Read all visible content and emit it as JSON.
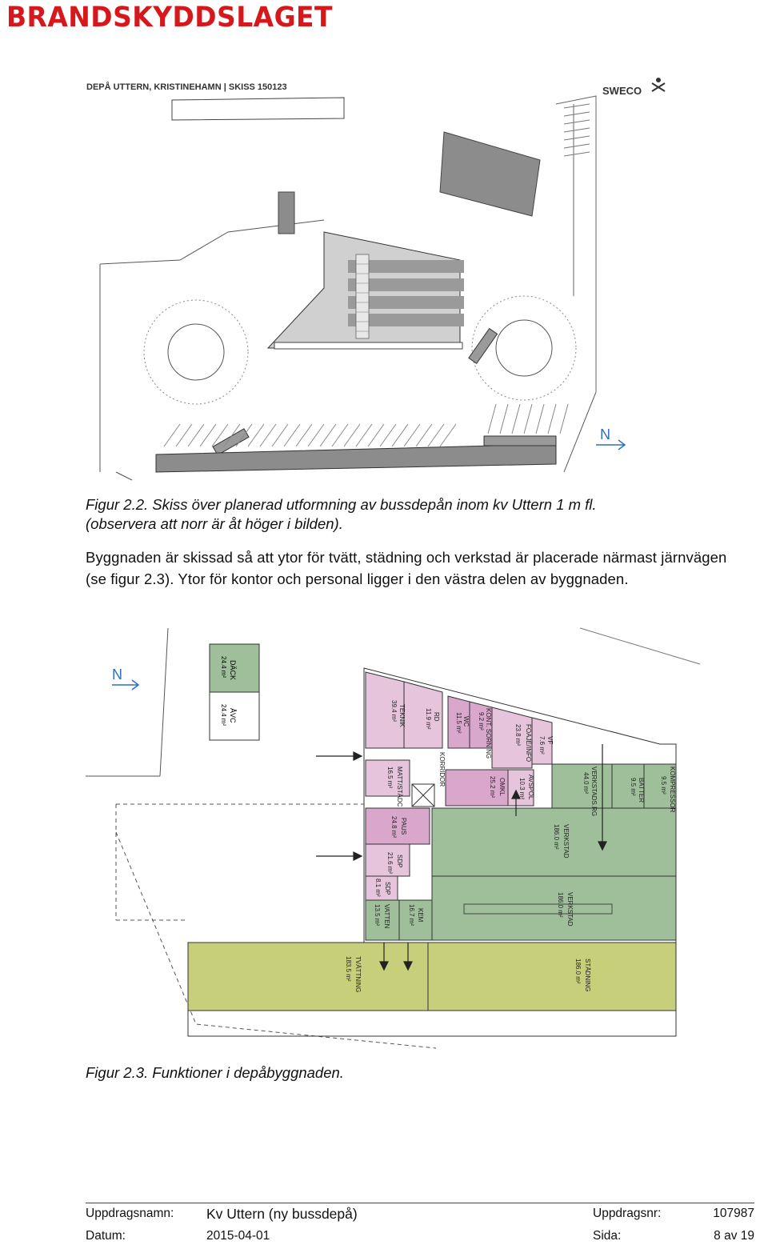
{
  "header": {
    "logo": "BRANDSKYDDSLAGET"
  },
  "figure1": {
    "title": "DEPÅ UTTERN, KRISTINEHAMN | SKISS 150123",
    "sweco": "SWECO",
    "north": "N",
    "caption_line1": "Figur 2.2. Skiss över planerad utformning av bussdepån inom kv Uttern 1 m fl.",
    "caption_line2": "(observera att norr är åt höger i bilden)."
  },
  "body": {
    "paragraph": "Byggnaden är skissad så att ytor för tvätt, städning och verkstad är placerade närmast järnvägen (se figur 2.3). Ytor för kontor och personal ligger i den västra delen av byggnaden."
  },
  "figure2": {
    "north": "N",
    "rooms": {
      "dack": "DÄCK",
      "dack_area": "24.4 m²",
      "avc": "ÅVC",
      "avc_area": "24.4 m²",
      "teknik": "TEKNIK",
      "teknik_area": "39.4 m²",
      "rd": "RD",
      "rd_area": "11.9 m²",
      "wc": "WC",
      "wc_area": "11.5 m²",
      "kont": "KONT. SORNING",
      "kont_area": "9.2 m²",
      "foaje": "FOAJÉ/INFO",
      "foaje_area": "23.8 m²",
      "vf": "VF",
      "vf_area": "7.6 m²",
      "korridor": "KORRIDOR",
      "matt": "MATT/STÄDC",
      "matt_area": "16.5 m²",
      "omkl": "OMKL",
      "omkl_area": "25.2 m²",
      "avspol": "AVSPOL",
      "avspol_area": "10.3 m²",
      "verkstadsrg": "VERKSTADS.RG",
      "verkstadsrg_area": "44.0 m²",
      "batter": "BATTER",
      "batter_area": "9.5 m²",
      "kompressor": "KOMPRESSOR",
      "kompressor_area": "9.5 m²",
      "paus": "PAUS",
      "paus_area": "24.8 m²",
      "verkstad1": "VERKSTAD",
      "verkstad1_area": "186.0 m²",
      "sdp1": "SDP",
      "sdp1_area": "21.6 m²",
      "sdp2": "SDP",
      "sdp2_area": "8.1 m²",
      "vatten": "VATTEN",
      "vatten_area": "13.5 m²",
      "kem": "KEM",
      "kem_area": "16.7 m²",
      "verkstad2": "VERKSTAD",
      "verkstad2_area": "186.0 m²",
      "tvattning": "TVÄTTNING",
      "tvattning_area": "183.5 m²",
      "stadning": "STÄDNING",
      "stadning_area": "186.0 m²"
    },
    "caption": "Figur 2.3. Funktioner i depåbyggnaden."
  },
  "footer": {
    "uppdragsnamn_label": "Uppdragsnamn:",
    "uppdragsnamn_value": "Kv Uttern (ny bussdepå)",
    "uppdragsnr_label": "Uppdragsnr:",
    "uppdragsnr_value": "107987",
    "datum_label": "Datum:",
    "datum_value": "2015-04-01",
    "sida_label": "Sida:",
    "sida_value": "8 av 19"
  },
  "colors": {
    "logo": "#d6181c",
    "pink": "#e6c5dc",
    "green": "#9fbf9b",
    "olive": "#c8cf7a",
    "north_blue": "#2f6fc0"
  }
}
